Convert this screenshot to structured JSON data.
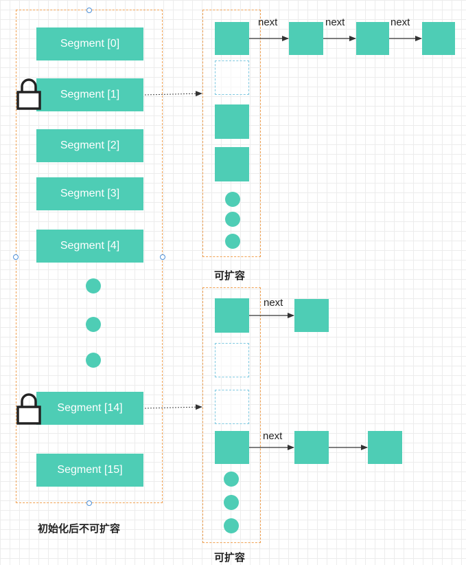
{
  "segments": {
    "s0": "Segment [0]",
    "s1": "Segment [1]",
    "s2": "Segment [2]",
    "s3": "Segment [3]",
    "s4": "Segment [4]",
    "s14": "Segment [14]",
    "s15": "Segment [15]"
  },
  "labels": {
    "left_caption": "初始化后不可扩容",
    "top_caption": "可扩容",
    "bottom_caption": "可扩容",
    "next": "next"
  },
  "icons": [
    "lock-icon",
    "lock-icon"
  ],
  "colors": {
    "teal": "#4ecdb5",
    "dashed_orange": "#f0a050",
    "dashed_blue": "#7cc8e0"
  }
}
